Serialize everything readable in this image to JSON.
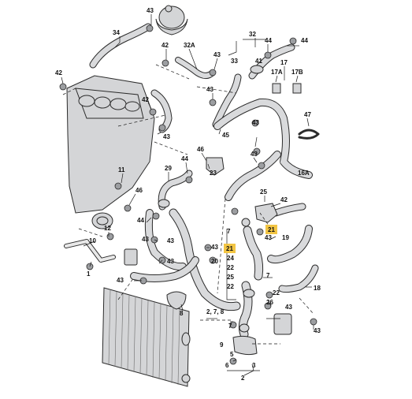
{
  "labels": {
    "l43a": "43",
    "l34": "34",
    "l42a": "42",
    "l32a": "32A",
    "l43b": "43",
    "l32": "32",
    "l44a": "44",
    "l44b": "44",
    "l33": "33",
    "l41": "41",
    "l17": "17",
    "l17a": "17A",
    "l17b": "17B",
    "l42b": "42",
    "l42c": "42",
    "l43c": "43",
    "l43d": "43",
    "l45": "45",
    "l47": "47",
    "l43e": "43",
    "l43f": "43",
    "l46a": "46",
    "l44c": "44",
    "l23": "23",
    "l16a": "16A",
    "l11": "11",
    "l29": "29",
    "l46b": "46",
    "l42d": "42",
    "l25": "25",
    "l12": "12",
    "l44d": "44",
    "l43g": "43",
    "l43h": "43",
    "l43i": "43",
    "l10": "10",
    "l7a": "7",
    "l21a": "21",
    "l21b": "21",
    "l43j": "43",
    "l19": "19",
    "l24": "24",
    "l20": "20",
    "l25b": "25",
    "l22a": "22",
    "l43k": "43",
    "l8": "8",
    "l7b": "7",
    "l18": "18",
    "l22b": "22",
    "l1": "1",
    "l43l": "43",
    "l26": "26",
    "l2a": "2, 7, 8",
    "l9": "9",
    "l7c": "7",
    "l5": "5",
    "l6": "6",
    "l43m": "43",
    "l3": "3",
    "l2b": "2"
  },
  "colors": {
    "highlight": "#f2c544",
    "hose_fill": "#d9dadc",
    "line": "#2b2b2b"
  }
}
